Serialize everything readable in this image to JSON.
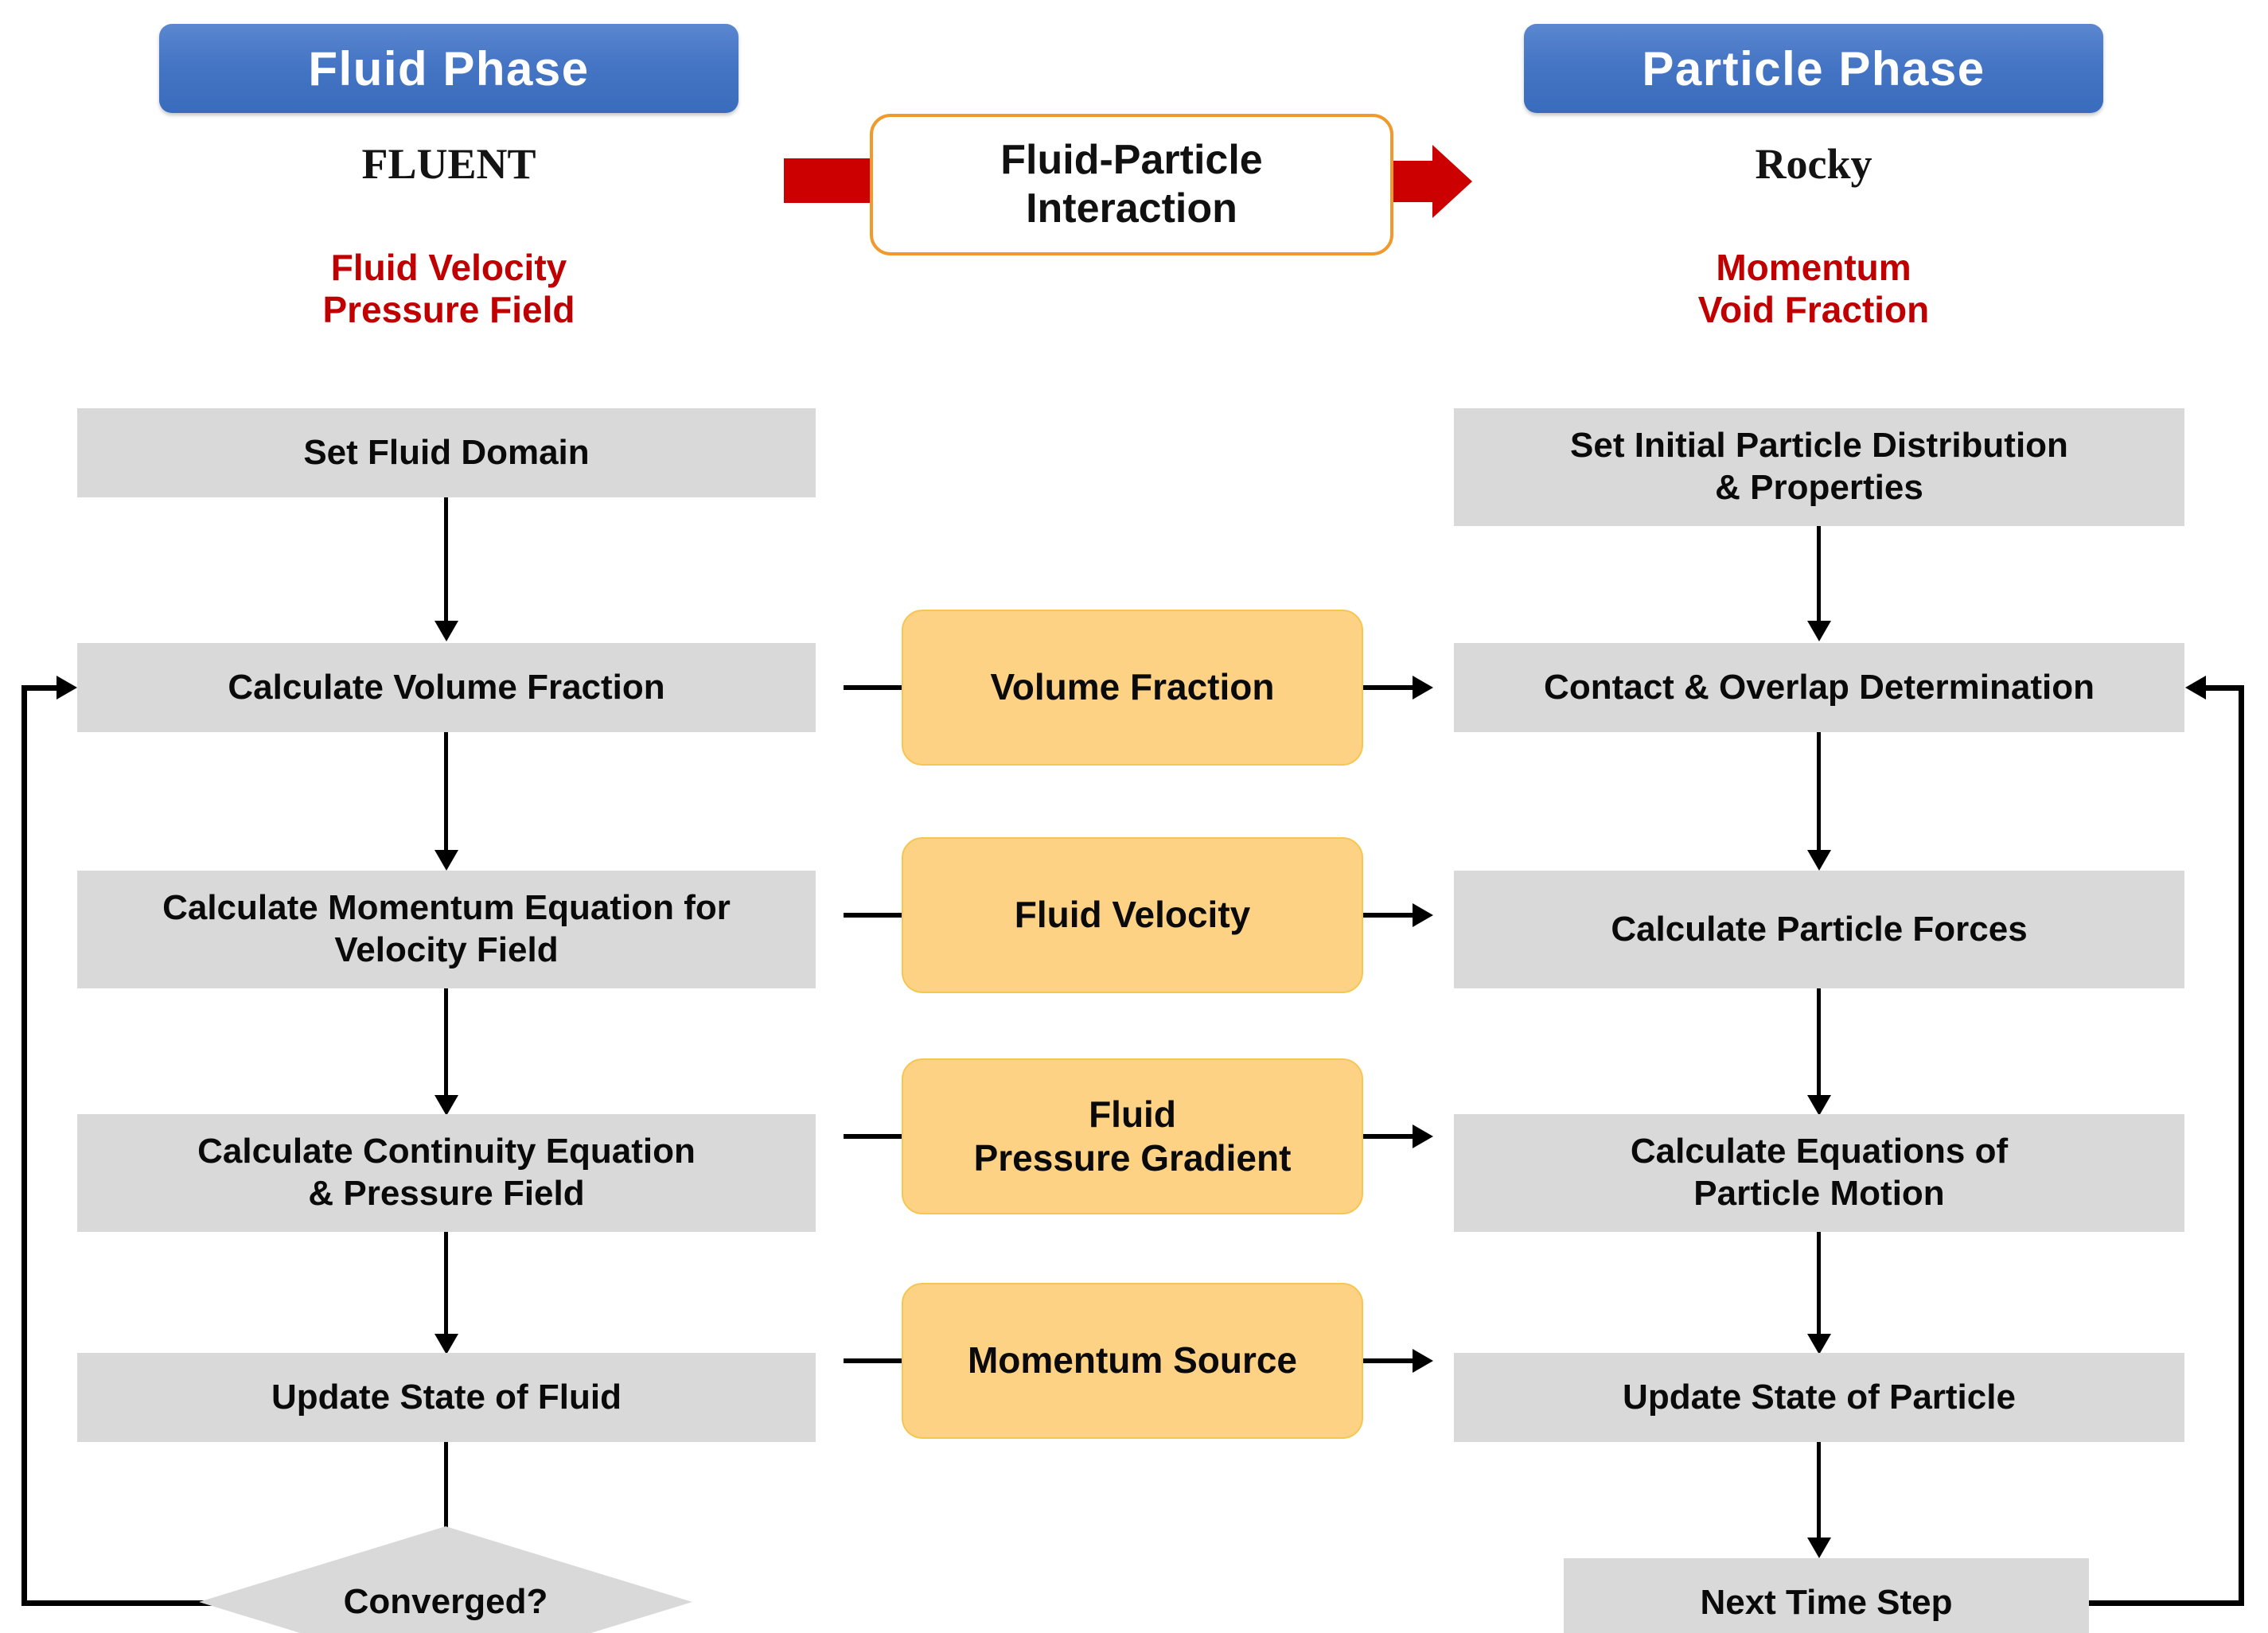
{
  "diagram": {
    "title": "CFD-DEM Fluid-Particle Coupling Flowchart",
    "colors": {
      "phase_pill_blue": "#4575c4",
      "gray_box": "#d9d9d9",
      "orange_box": "#fdd284",
      "orange_border": "#f6c552",
      "red_text": "#c00000",
      "red_arrow": "#cc0000",
      "interaction_border": "#f0992c",
      "connector_black": "#000000"
    }
  },
  "header": {
    "fluid_phase_label": "Fluid Phase",
    "fluid_solver": "FLUENT",
    "fluid_outputs": [
      "Fluid Velocity",
      "Pressure Field"
    ],
    "particle_phase_label": "Particle Phase",
    "particle_solver": "Rocky",
    "particle_outputs": [
      "Momentum",
      "Void Fraction"
    ],
    "interaction_label_line1": "Fluid-Particle",
    "interaction_label_line2": "Interaction"
  },
  "fluid_column": {
    "steps": [
      {
        "id": "set-fluid-domain",
        "text": "Set Fluid Domain"
      },
      {
        "id": "calculate-volume-fraction",
        "text": "Calculate Volume Fraction"
      },
      {
        "id": "calculate-momentum-equation",
        "line1": "Calculate Momentum Equation for",
        "line2": "Velocity Field"
      },
      {
        "id": "calculate-continuity-equation",
        "line1": "Calculate Continuity Equation",
        "line2": "& Pressure Field"
      },
      {
        "id": "update-state-of-fluid",
        "text": "Update State of Fluid"
      },
      {
        "id": "converged-decision",
        "text": "Converged?"
      }
    ]
  },
  "coupling_column": {
    "items": [
      {
        "id": "volume-fraction",
        "text": "Volume Fraction"
      },
      {
        "id": "fluid-velocity",
        "text": "Fluid Velocity"
      },
      {
        "id": "fluid-pressure-gradient",
        "line1": "Fluid",
        "line2": "Pressure Gradient"
      },
      {
        "id": "momentum-source",
        "text": "Momentum Source"
      }
    ]
  },
  "particle_column": {
    "steps": [
      {
        "id": "set-initial-particle-distribution",
        "line1": "Set Initial Particle Distribution",
        "line2": "& Properties"
      },
      {
        "id": "contact-overlap-determination",
        "text": "Contact & Overlap Determination"
      },
      {
        "id": "calculate-particle-forces",
        "text": "Calculate Particle Forces"
      },
      {
        "id": "calculate-equations-of-particle-motion",
        "line1": "Calculate Equations of",
        "line2": "Particle Motion"
      },
      {
        "id": "update-state-of-particle",
        "text": "Update State of Particle"
      },
      {
        "id": "next-time-step",
        "text": "Next Time Step"
      }
    ]
  }
}
